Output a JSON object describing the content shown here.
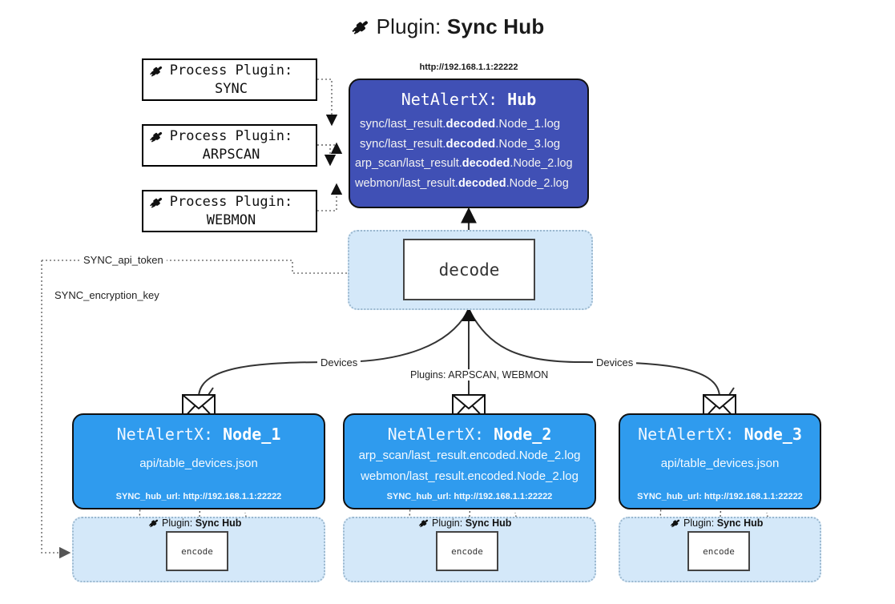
{
  "title": {
    "prefix": "Plugin:",
    "name": "Sync Hub",
    "icon": "plug-icon"
  },
  "process_plugins": [
    {
      "label": "Process Plugin:",
      "name": "SYNC"
    },
    {
      "label": "Process Plugin:",
      "name": "ARPSCAN"
    },
    {
      "label": "Process Plugin:",
      "name": "WEBMON"
    }
  ],
  "hub": {
    "address": "http://192.168.1.1:22222",
    "prefix": "NetAlertX:",
    "name": "Hub",
    "logs": [
      {
        "pre": "sync/last_result.",
        "mid": "decoded",
        "post": ".Node_1.log"
      },
      {
        "pre": "sync/last_result.",
        "mid": "decoded",
        "post": ".Node_3.log"
      },
      {
        "pre": "arp_scan/last_result.",
        "mid": "decoded",
        "post": ".Node_2.log"
      },
      {
        "pre": "webmon/last_result.",
        "mid": "decoded",
        "post": ".Node_2.log"
      }
    ]
  },
  "decode": {
    "label": "decode"
  },
  "secrets": [
    {
      "label": "SYNC_api_token"
    },
    {
      "label": "SYNC_encryption_key"
    }
  ],
  "edge_labels": {
    "devices_left": "Devices",
    "devices_right": "Devices",
    "plugins_center": "Plugins: ARPSCAN, WEBMON"
  },
  "nodes": [
    {
      "prefix": "NetAlertX:",
      "name": "Node_1",
      "lines": [
        "api/table_devices.json"
      ],
      "footer": "SYNC_hub_url: http://192.168.1.1:22222",
      "plugin_caption_prefix": "Plugin:",
      "plugin_caption_name": "Sync Hub",
      "encode_label": "encode"
    },
    {
      "prefix": "NetAlertX:",
      "name": "Node_2",
      "lines": [
        "arp_scan/last_result.encoded.Node_2.log",
        "webmon/last_result.encoded.Node_2.log"
      ],
      "footer": "SYNC_hub_url: http://192.168.1.1:22222",
      "plugin_caption_prefix": "Plugin:",
      "plugin_caption_name": "Sync Hub",
      "encode_label": "encode"
    },
    {
      "prefix": "NetAlertX:",
      "name": "Node_3",
      "lines": [
        "api/table_devices.json"
      ],
      "footer": "SYNC_hub_url: http://192.168.1.1:22222",
      "plugin_caption_prefix": "Plugin:",
      "plugin_caption_name": "Sync Hub",
      "encode_label": "encode"
    }
  ],
  "colors": {
    "hub_fill": "#4050B5",
    "node_fill": "#2F9BEE",
    "container_fill": "#D4E8F9",
    "line": "#333333"
  }
}
